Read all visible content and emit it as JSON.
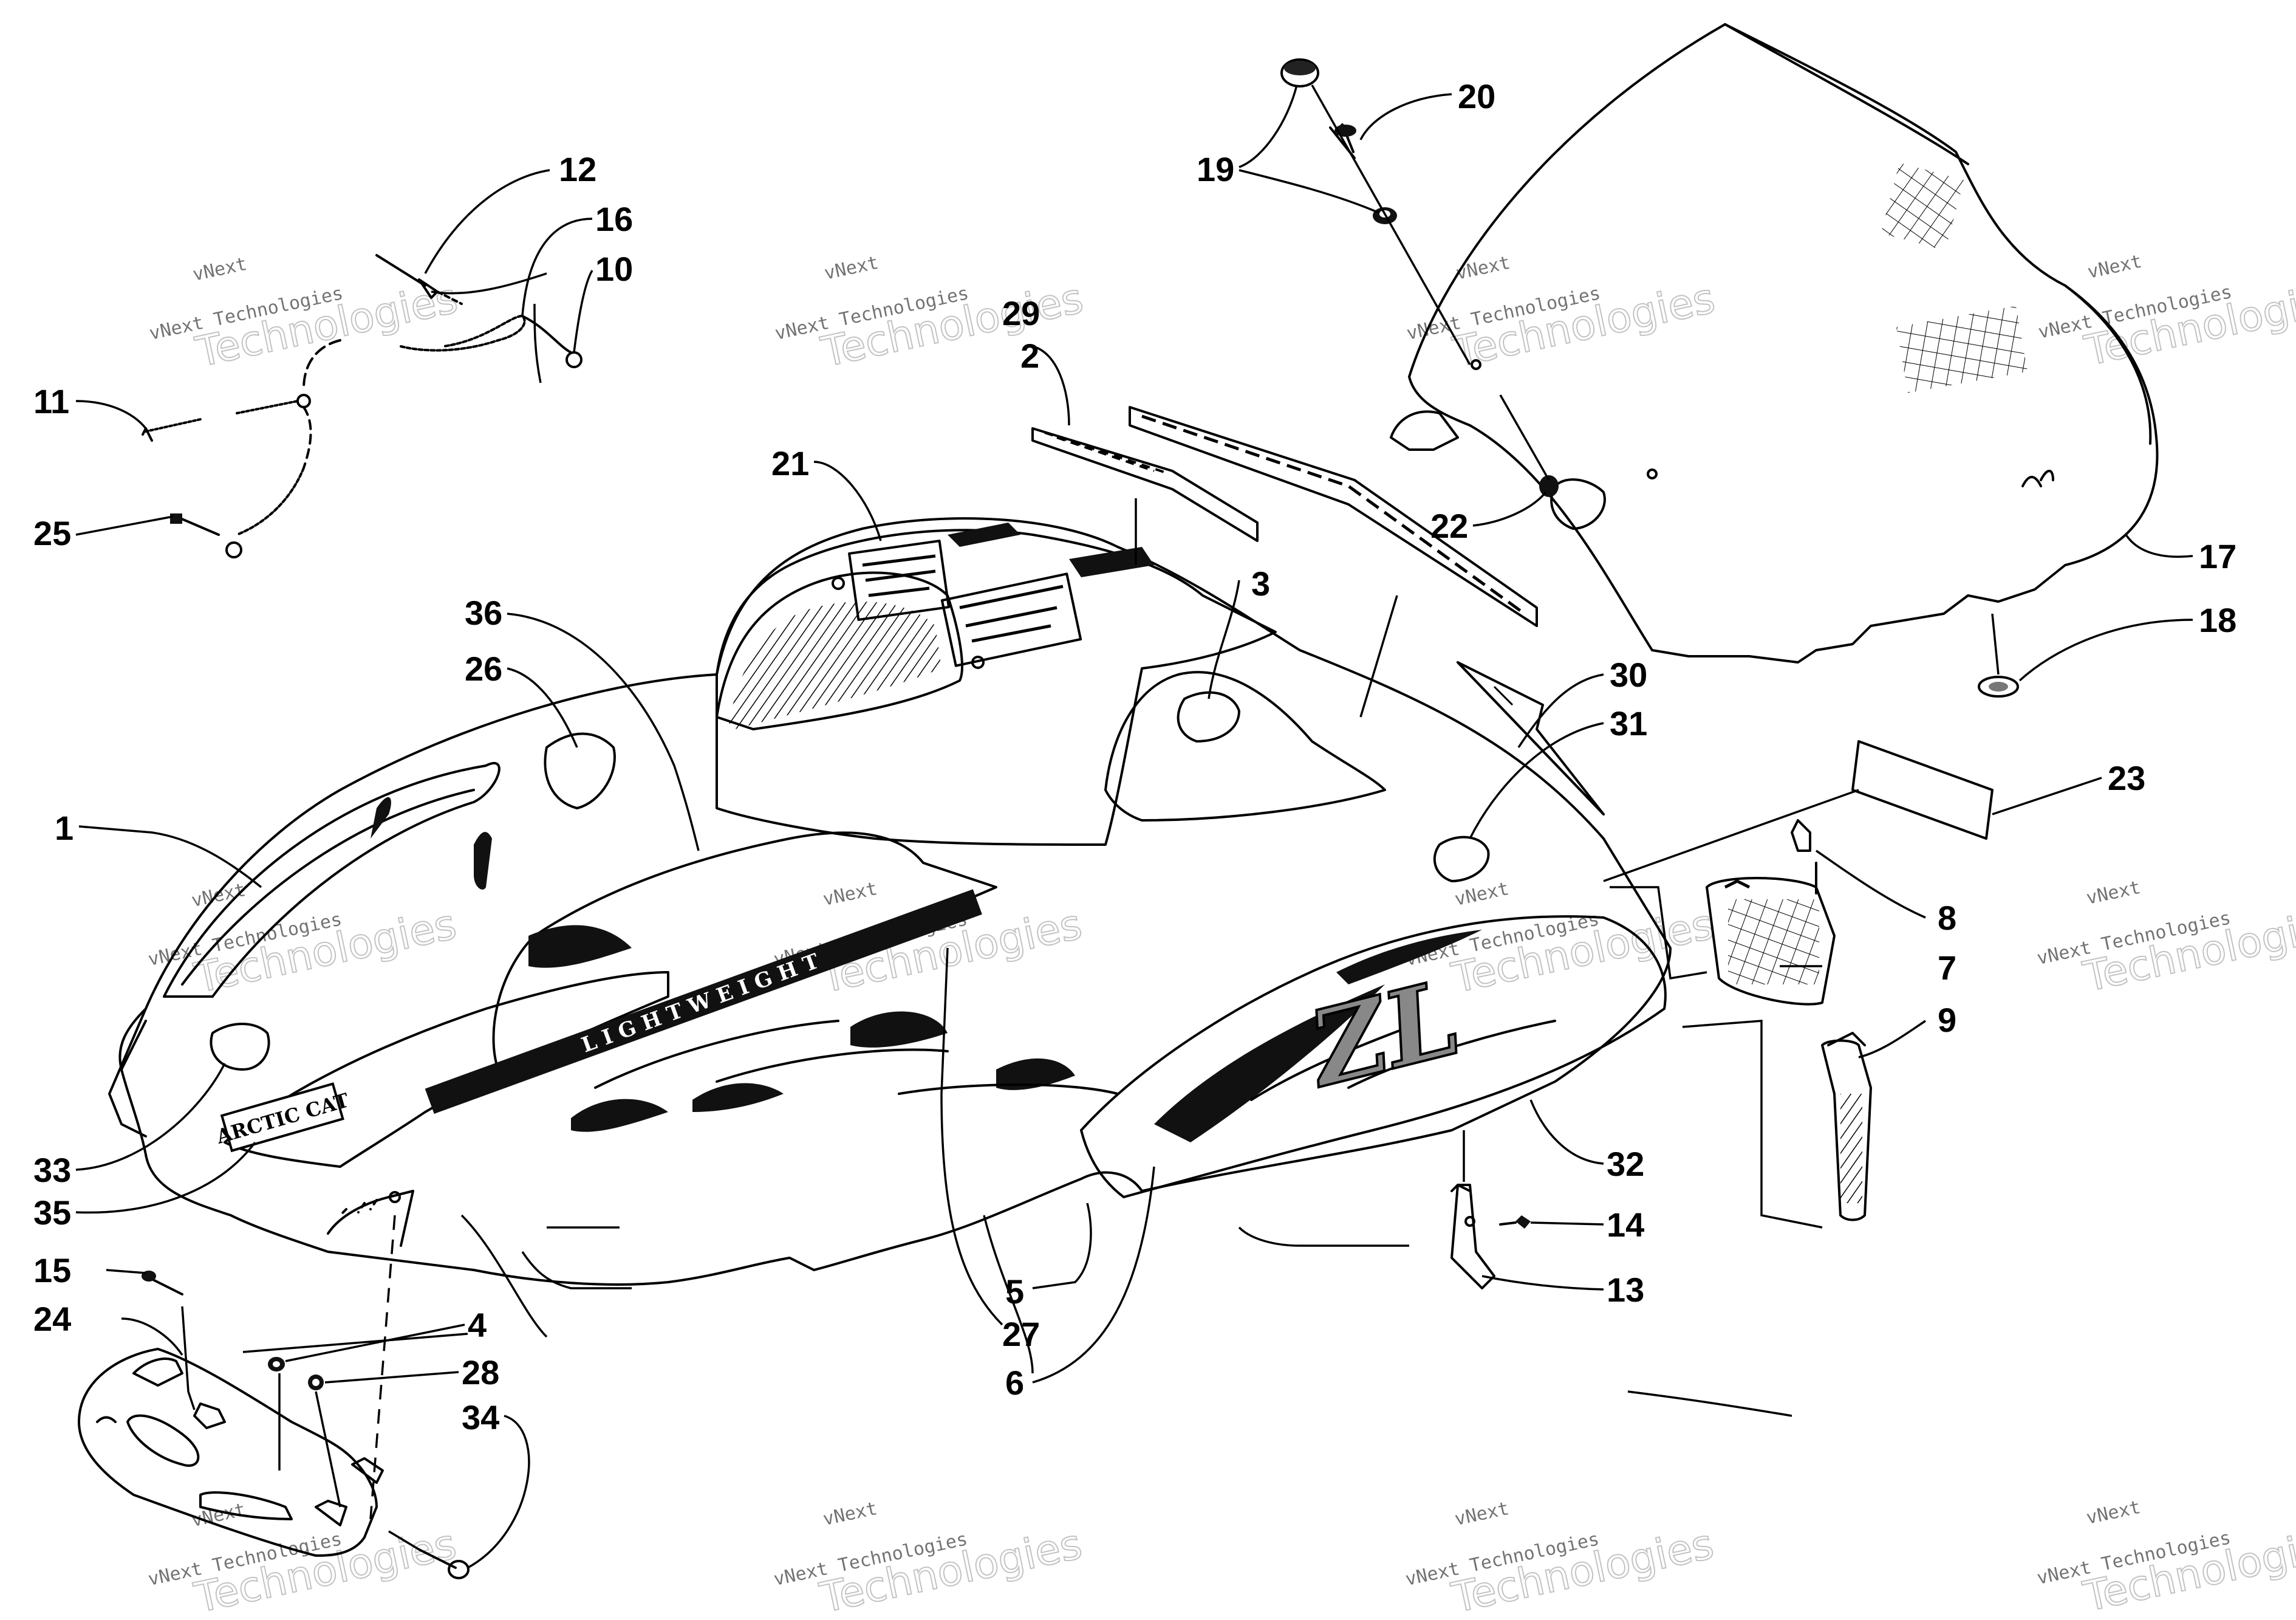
{
  "watermark": {
    "brand": "vNext",
    "line": "vNext Technologies",
    "big": "Technologies"
  },
  "decals": {
    "brand": "ARCTIC CAT",
    "stripe": "LIGHTWEIGHT",
    "model": "ZL"
  },
  "callouts": [
    "1",
    "2",
    "3",
    "4",
    "5",
    "6",
    "7",
    "8",
    "9",
    "10",
    "11",
    "12",
    "13",
    "14",
    "15",
    "16",
    "17",
    "18",
    "19",
    "20",
    "21",
    "22",
    "23",
    "24",
    "25",
    "26",
    "27",
    "28",
    "29",
    "30",
    "31",
    "32",
    "33",
    "34",
    "35",
    "36"
  ],
  "colors": {
    "line": "#000000",
    "stipple": "#9a9a9a",
    "background": "#ffffff"
  }
}
